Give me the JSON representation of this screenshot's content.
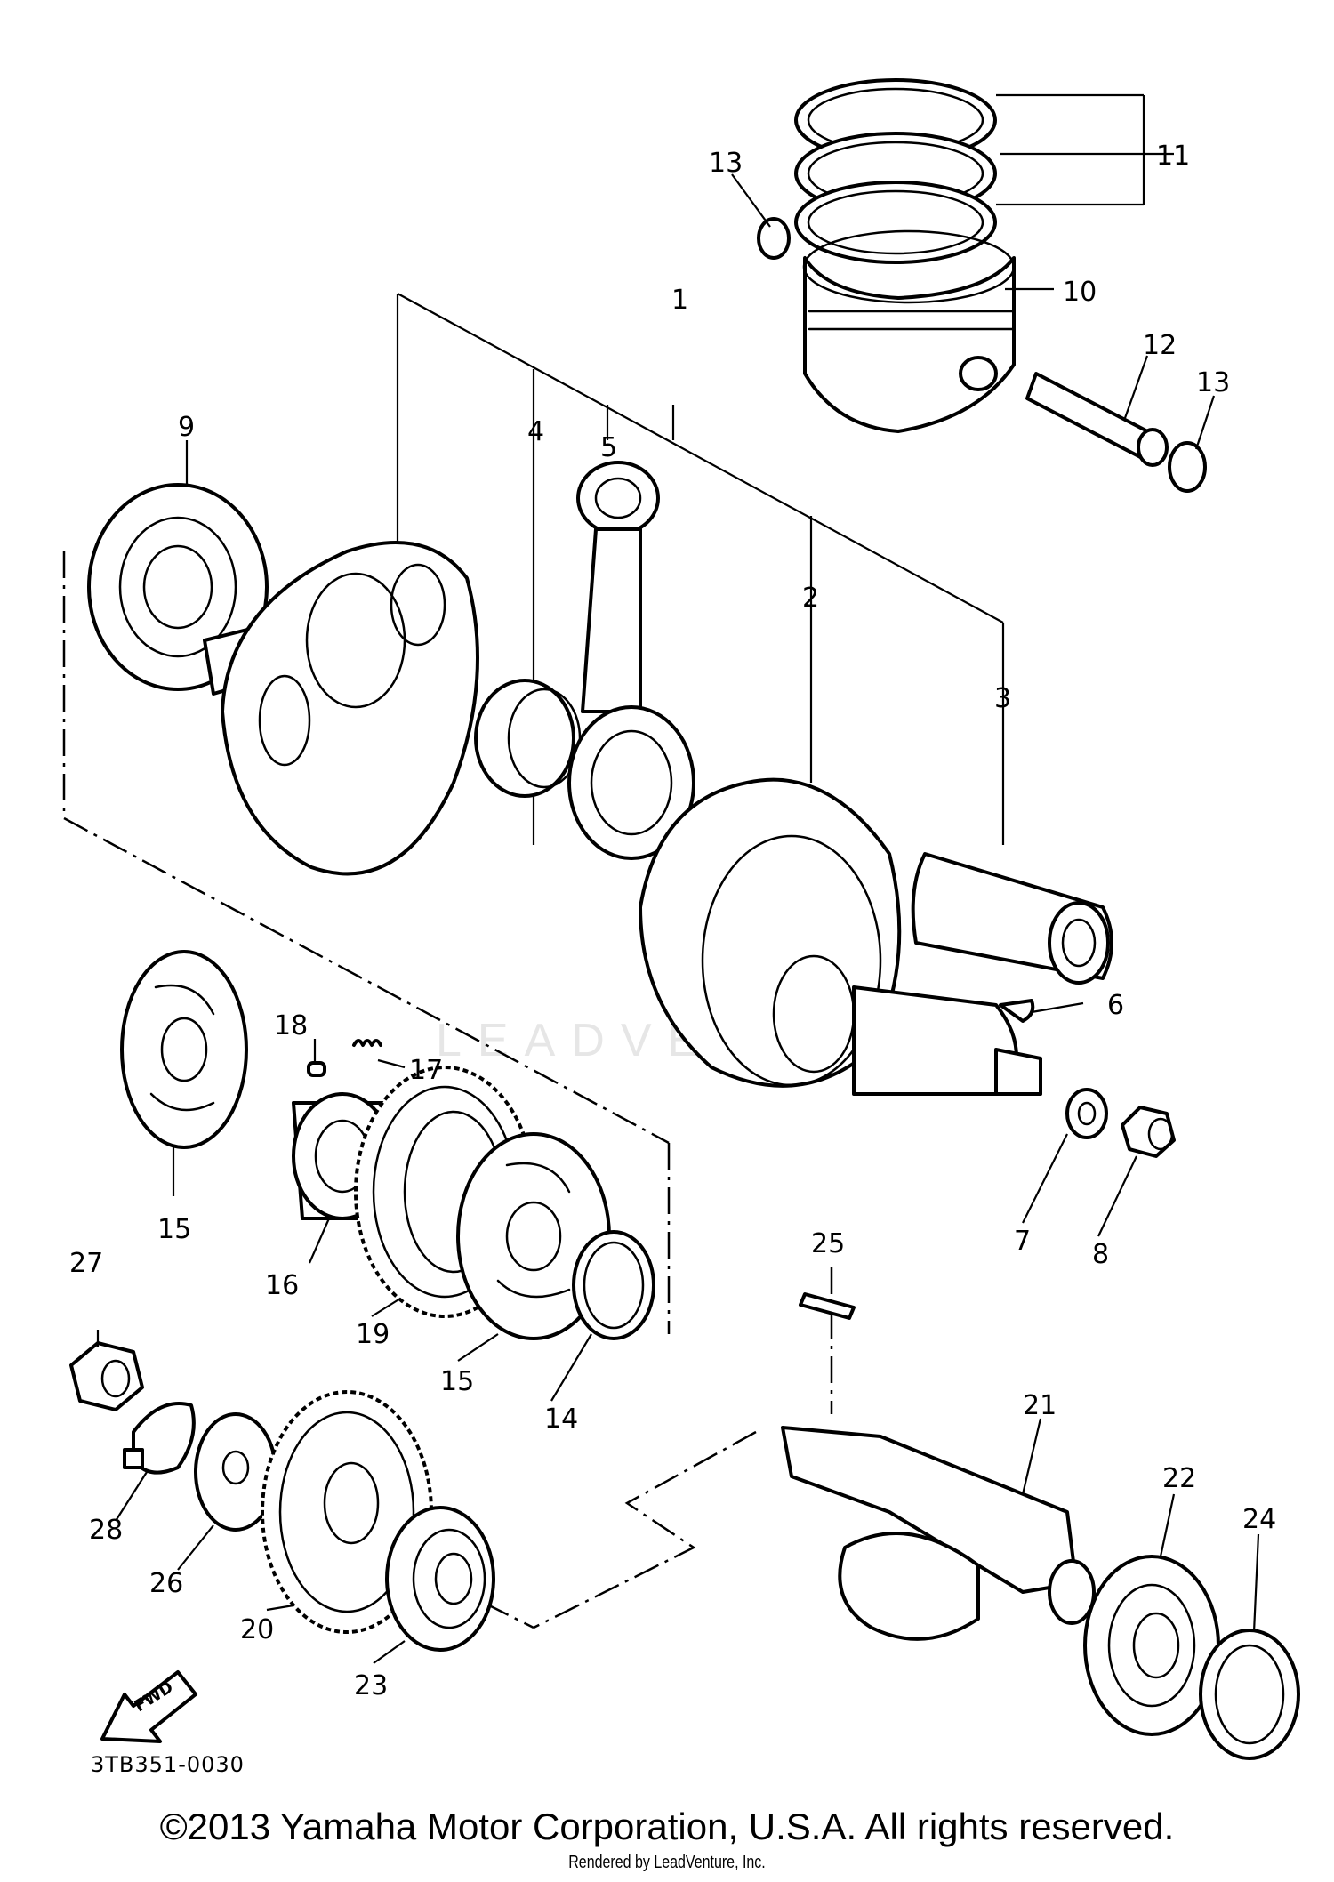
{
  "diagram": {
    "code": "3TB351-0030",
    "copyright": "©2013 Yamaha Motor Corporation, U.S.A. All rights reserved.",
    "rendered_by": "Rendered by LeadVenture, Inc.",
    "watermark": "LEADVENTURE",
    "fwd_label": "FWD",
    "callouts": [
      {
        "id": "c1",
        "label": "1"
      },
      {
        "id": "c2",
        "label": "2"
      },
      {
        "id": "c3",
        "label": "3"
      },
      {
        "id": "c4",
        "label": "4"
      },
      {
        "id": "c5",
        "label": "5"
      },
      {
        "id": "c6",
        "label": "6"
      },
      {
        "id": "c7",
        "label": "7"
      },
      {
        "id": "c8",
        "label": "8"
      },
      {
        "id": "c9",
        "label": "9"
      },
      {
        "id": "c10",
        "label": "10"
      },
      {
        "id": "c11",
        "label": "11"
      },
      {
        "id": "c12",
        "label": "12"
      },
      {
        "id": "c13a",
        "label": "13"
      },
      {
        "id": "c13b",
        "label": "13"
      },
      {
        "id": "c14",
        "label": "14"
      },
      {
        "id": "c15a",
        "label": "15"
      },
      {
        "id": "c15b",
        "label": "15"
      },
      {
        "id": "c16",
        "label": "16"
      },
      {
        "id": "c17",
        "label": "17"
      },
      {
        "id": "c18",
        "label": "18"
      },
      {
        "id": "c19",
        "label": "19"
      },
      {
        "id": "c20",
        "label": "20"
      },
      {
        "id": "c21",
        "label": "21"
      },
      {
        "id": "c22",
        "label": "22"
      },
      {
        "id": "c23",
        "label": "23"
      },
      {
        "id": "c24",
        "label": "24"
      },
      {
        "id": "c25",
        "label": "25"
      },
      {
        "id": "c26",
        "label": "26"
      },
      {
        "id": "c27",
        "label": "27"
      },
      {
        "id": "c28",
        "label": "28"
      }
    ]
  }
}
